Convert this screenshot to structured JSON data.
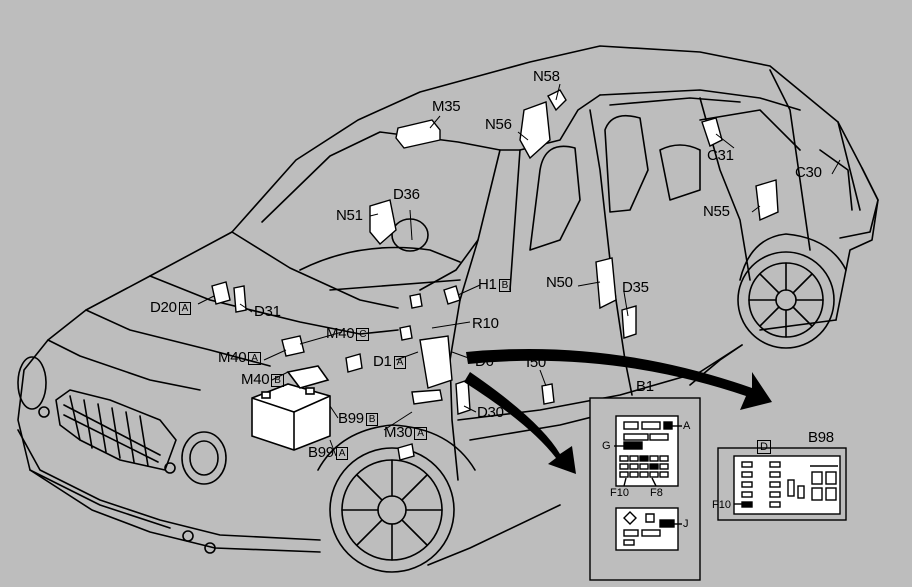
{
  "labels": {
    "M35": "M35",
    "N58": "N58",
    "N56": "N56",
    "C31": "C31",
    "C30": "C30",
    "N55": "N55",
    "D36": "D36",
    "N51": "N51",
    "H1": "H1",
    "H1_box": "B",
    "N50": "N50",
    "D35": "D35",
    "D20": "D20",
    "D20_box": "A",
    "D31": "D31",
    "R10": "R10",
    "M40C": "M40",
    "M40C_box": "C",
    "M40A": "M40",
    "M40A_box": "A",
    "M40B": "M40",
    "M40B_box": "B",
    "D1": "D1",
    "D1_box": "A",
    "D6": "D6",
    "I50": "I50",
    "B99B": "B99",
    "B99B_box": "B",
    "D30": "D30",
    "M30": "M30",
    "M30_box": "A",
    "B99A": "B99",
    "B99A_box": "A"
  },
  "inset_b1": {
    "title": "B1",
    "A": "A",
    "G": "G",
    "F10": "F10",
    "F8": "F8",
    "J": "J"
  },
  "inset_b98": {
    "title": "B98",
    "D": "D",
    "F10": "F10"
  },
  "colors": {
    "background": "#bdbdbd",
    "ink": "#000000",
    "panel": "#ffffff"
  }
}
